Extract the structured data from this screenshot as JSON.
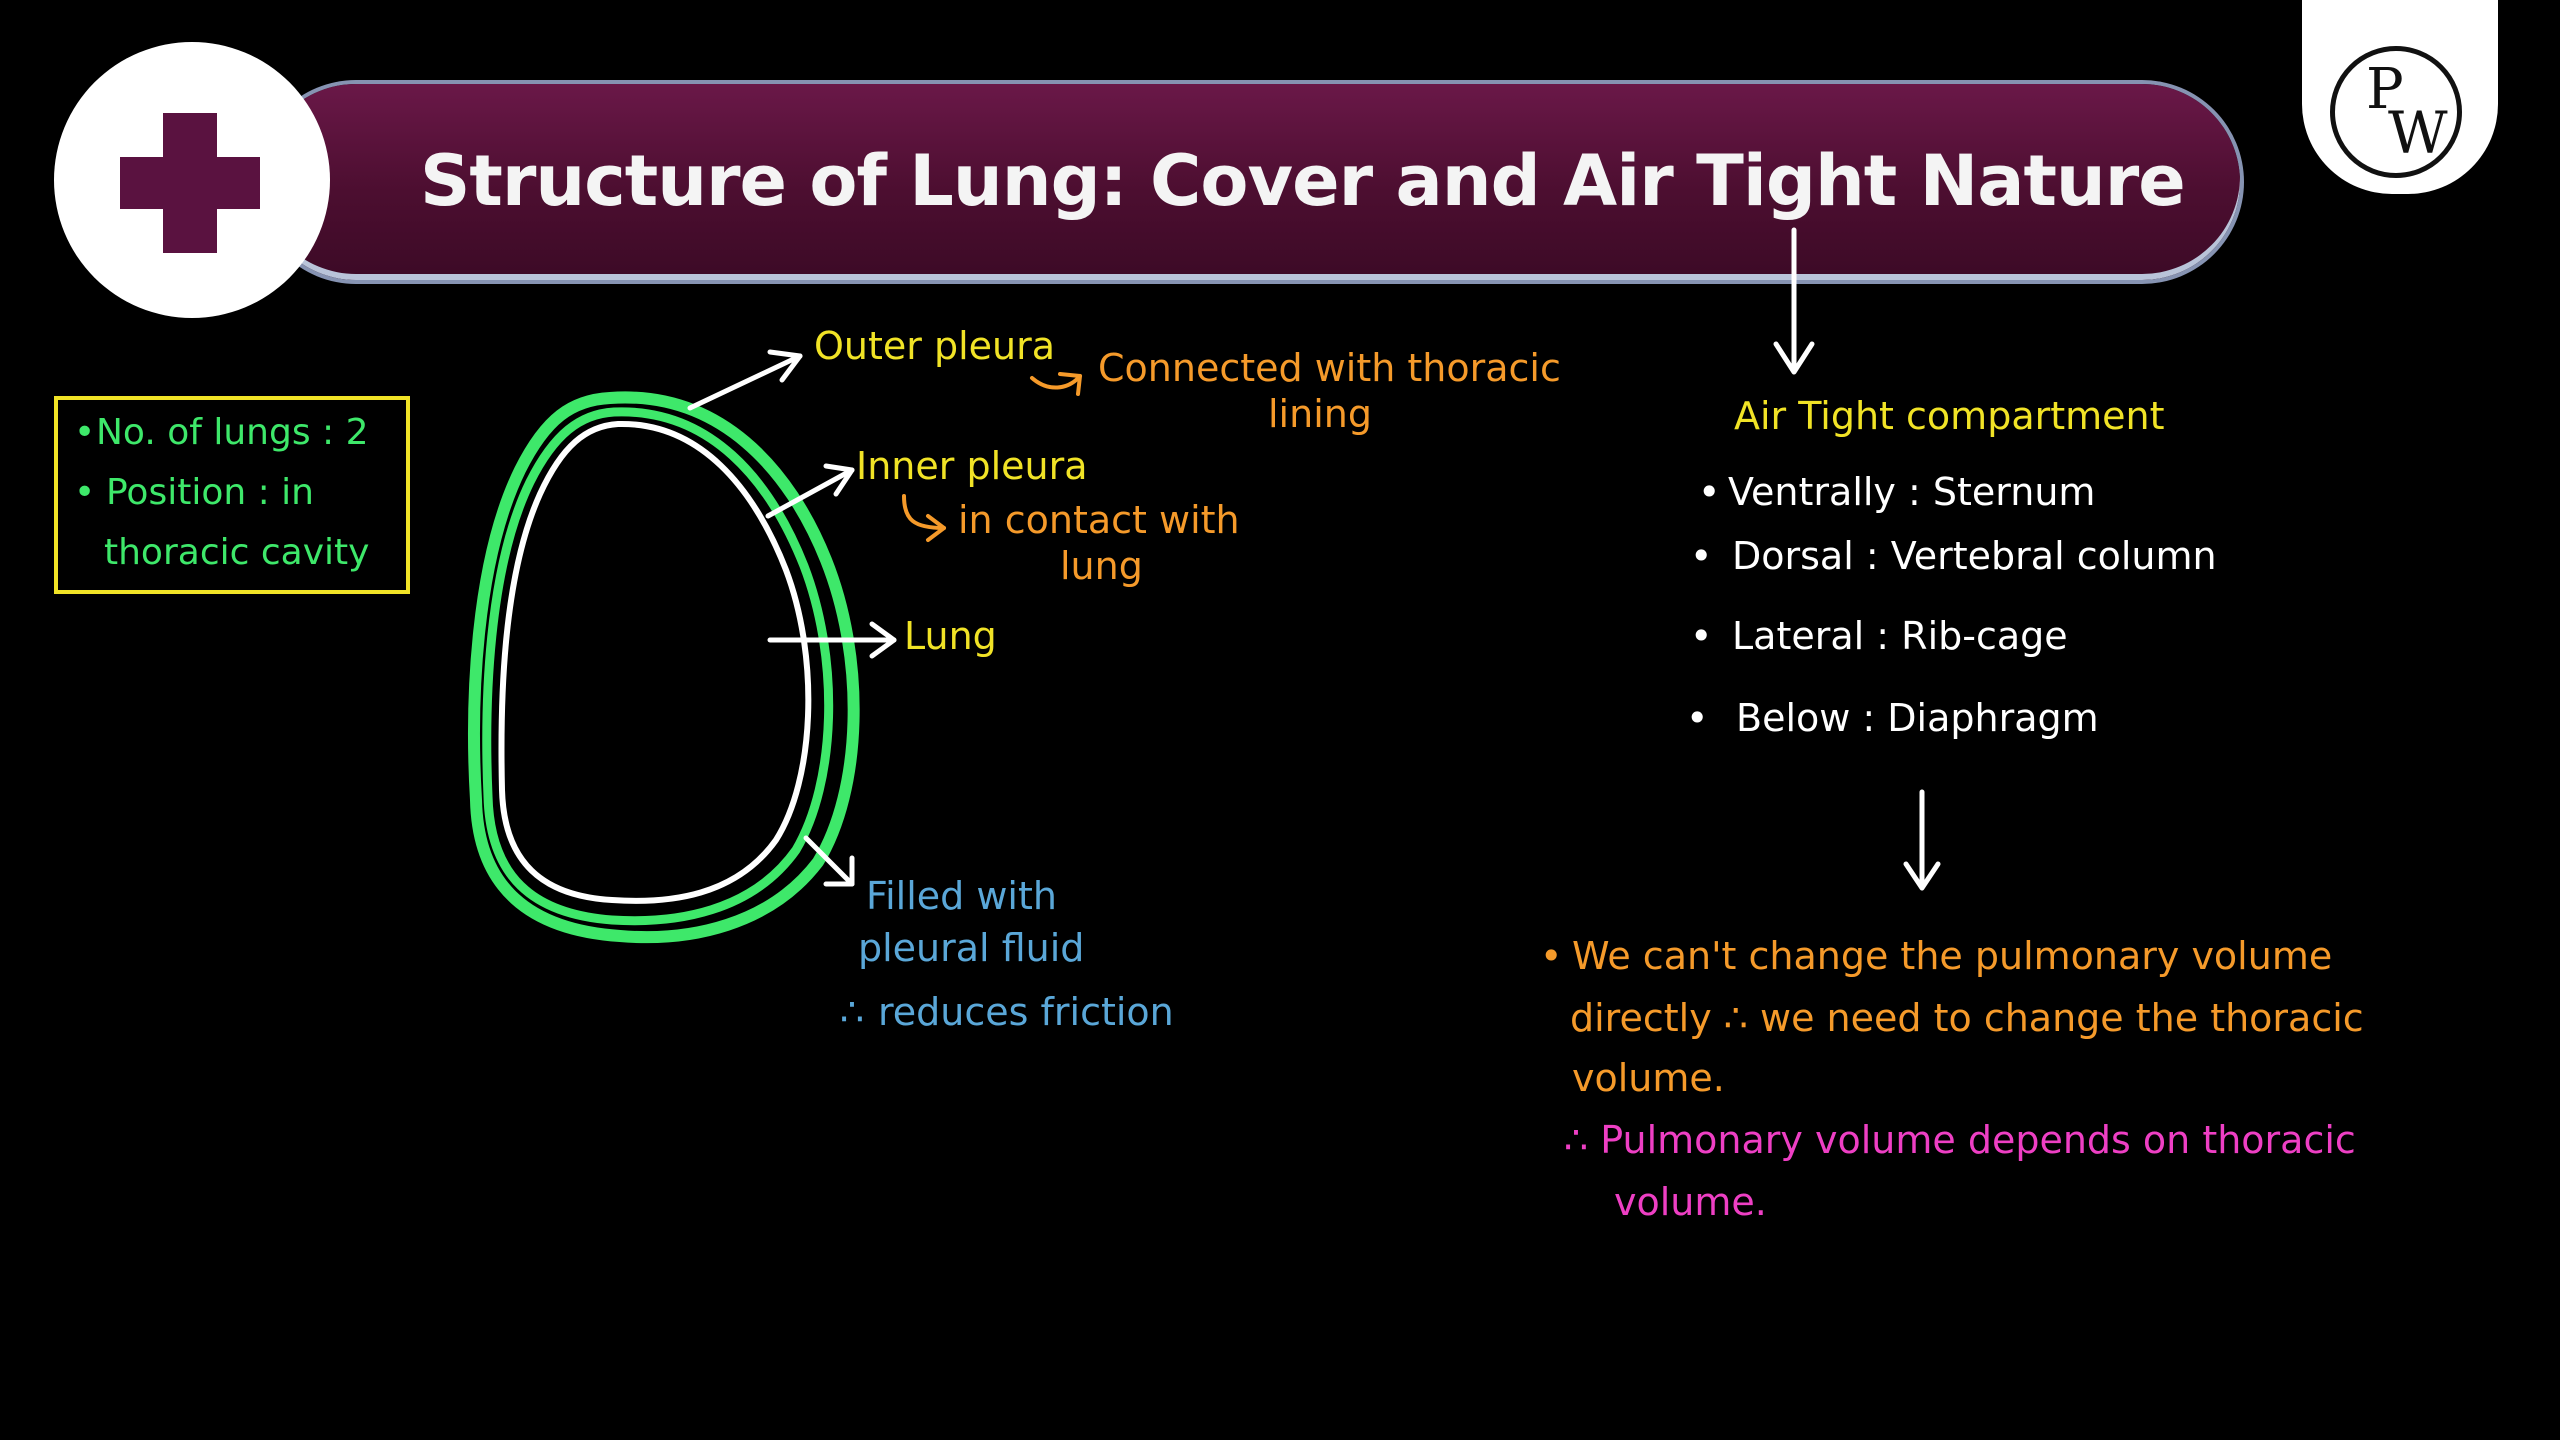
{
  "header": {
    "title": "Structure of Lung: Cover and Air Tight Nature",
    "logo_letters": [
      "P",
      "W"
    ]
  },
  "left_box": {
    "items": [
      "No. of lungs : 2",
      "Position : in",
      "thoracic cavity"
    ]
  },
  "diagram": {
    "outer_pleura_label": "Outer pleura",
    "outer_pleura_note_1": "Connected with thoracic",
    "outer_pleura_note_2": "lining",
    "inner_pleura_label": "Inner pleura",
    "inner_pleura_note_1": "in contact with",
    "inner_pleura_note_2": "lung",
    "lung_label": "Lung",
    "fluid_note_1": "Filled with",
    "fluid_note_2": "pleural fluid",
    "fluid_note_3": "reduces friction",
    "fluid_note_3_symbol": "∴"
  },
  "compartment": {
    "title": "Air Tight compartment",
    "items": [
      "Ventrally : Sternum",
      "Dorsal : Vertebral column",
      "Lateral : Rib-cage",
      "Below : Diaphragm"
    ]
  },
  "conclusion": {
    "line_1": "We can't change the pulmonary volume",
    "line_2": "directly ∴ we need to change the thoracic",
    "line_3": "volume.",
    "therefore_1": "∴ Pulmonary volume depends on thoracic",
    "therefore_2": "volume."
  },
  "colors": {
    "background": "#000000",
    "banner": "#5a1240",
    "green": "#3ee86a",
    "yellow": "#f1e326",
    "orange": "#f59a2a",
    "blue": "#5aa7d8",
    "white": "#ffffff",
    "magenta": "#ee3fc4"
  },
  "icons": [
    "medical-cross-icon",
    "pw-logo-icon",
    "arrow-icon"
  ]
}
